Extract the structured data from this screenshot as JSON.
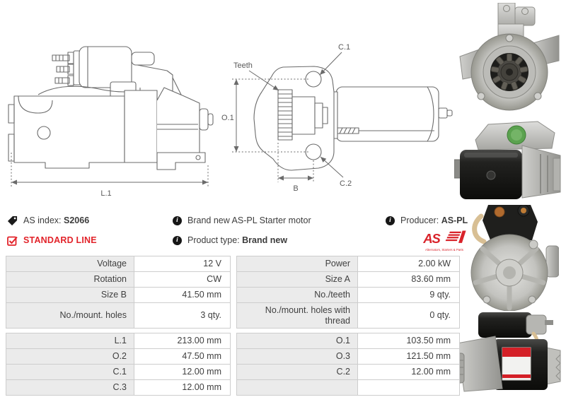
{
  "header": {
    "as_index_label": "AS index:",
    "as_index_value": "S2066",
    "standard_line": "STANDARD LINE",
    "description": "Brand new AS-PL Starter motor",
    "product_type_label": "Product type:",
    "product_type_value": "Brand new",
    "producer_label": "Producer:",
    "producer_value": "AS-PL",
    "logo": {
      "text": "AS",
      "tagline": "Alternators, Starters & Parts"
    }
  },
  "icons": {
    "info_glyph": "i",
    "tag_icon": "tag-icon",
    "checkbox_icon": "checkbox-checked-icon"
  },
  "diagram": {
    "l1": "L.1",
    "o1": "O.1",
    "teeth": "Teeth",
    "c1": "C.1",
    "c2": "C.2",
    "b": "B"
  },
  "photos": {
    "photo_1": "starter-front-pinion-view",
    "photo_2": "starter-top-angle-view",
    "photo_3": "starter-rear-end-cap-view",
    "photo_4": "starter-side-view"
  },
  "specs": {
    "left": [
      {
        "label": "Voltage",
        "value": "12 V"
      },
      {
        "label": "Rotation",
        "value": "CW"
      },
      {
        "label": "Size B",
        "value": "41.50 mm"
      },
      {
        "label": "No./mount. holes",
        "value": "3 qty."
      }
    ],
    "left2": [
      {
        "label": "L.1",
        "value": "213.00 mm"
      },
      {
        "label": "O.2",
        "value": "47.50 mm"
      },
      {
        "label": "C.1",
        "value": "12.00 mm"
      },
      {
        "label": "C.3",
        "value": "12.00 mm"
      }
    ],
    "right": [
      {
        "label": "Power",
        "value": "2.00 kW"
      },
      {
        "label": "Size A",
        "value": "83.60 mm"
      },
      {
        "label": "No./teeth",
        "value": "9 qty."
      },
      {
        "label": "No./mount. holes with thread",
        "value": "0 qty."
      }
    ],
    "right2": [
      {
        "label": "O.1",
        "value": "103.50 mm"
      },
      {
        "label": "O.3",
        "value": "121.50 mm"
      },
      {
        "label": "C.2",
        "value": "12.00 mm"
      },
      {
        "label": "",
        "value": ""
      }
    ]
  },
  "colors": {
    "accent_red": "#e2232a",
    "table_label_bg": "#ebebeb",
    "table_border": "#cdcdcd",
    "text": "#3f3f3f",
    "drawing_stroke": "#6b6b6b"
  }
}
